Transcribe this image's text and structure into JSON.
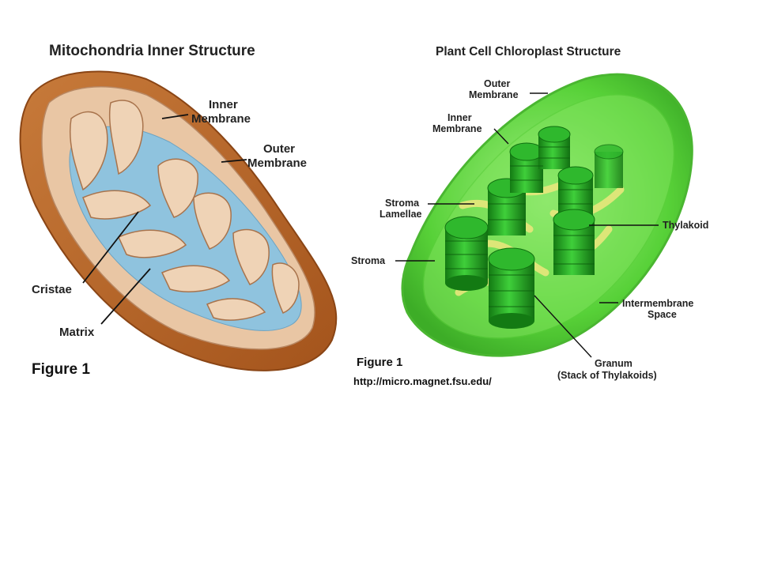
{
  "mitochondria": {
    "title": "Mitochondria Inner Structure",
    "labels": {
      "inner_membrane_1": "Inner",
      "inner_membrane_2": "Membrane",
      "outer_membrane_1": "Outer",
      "outer_membrane_2": "Membrane",
      "cristae": "Cristae",
      "matrix": "Matrix"
    },
    "figure": "Figure 1",
    "colors": {
      "outer": "#b5652a",
      "inner": "#e9c6a4",
      "matrix": "#8fc3de"
    }
  },
  "chloroplast": {
    "title": "Plant Cell Chloroplast Structure",
    "labels": {
      "outer_membrane_1": "Outer",
      "outer_membrane_2": "Membrane",
      "inner_membrane_1": "Inner",
      "inner_membrane_2": "Membrane",
      "stroma_lamellae_1": "Stroma",
      "stroma_lamellae_2": "Lamellae",
      "stroma": "Stroma",
      "thylakoid": "Thylakoid",
      "intermembrane_1": "Intermembrane",
      "intermembrane_2": "Space",
      "granum_1": "Granum",
      "granum_2": "(Stack of Thylakoids)"
    },
    "figure": "Figure 1",
    "url": "http://micro.magnet.fsu.edu/",
    "colors": {
      "body": "#5fd93f",
      "granum": "#1f9a1f",
      "lamellae": "#e7e57a"
    }
  }
}
